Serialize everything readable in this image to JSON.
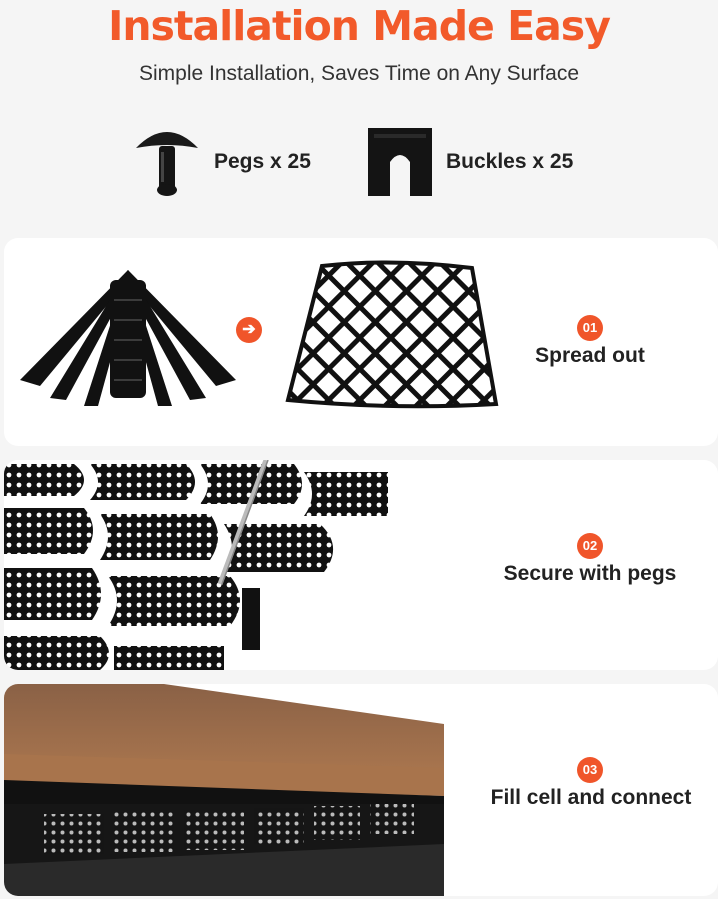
{
  "header": {
    "title": "Installation Made Easy",
    "subtitle": "Simple Installation, Saves Time on Any Surface"
  },
  "accessories": [
    {
      "label": "Pegs x 25",
      "icon": "peg-icon"
    },
    {
      "label": "Buckles x 25",
      "icon": "buckle-icon"
    }
  ],
  "steps": [
    {
      "number": "01",
      "label": "Spread out"
    },
    {
      "number": "02",
      "label": "Secure with pegs"
    },
    {
      "number": "03",
      "label": "Fill cell and connect"
    }
  ],
  "arrow_glyph": "➔",
  "colors": {
    "accent": "#f0552a",
    "title": "#f25a2a",
    "product": "#111111",
    "soil": "#9c6a46"
  }
}
